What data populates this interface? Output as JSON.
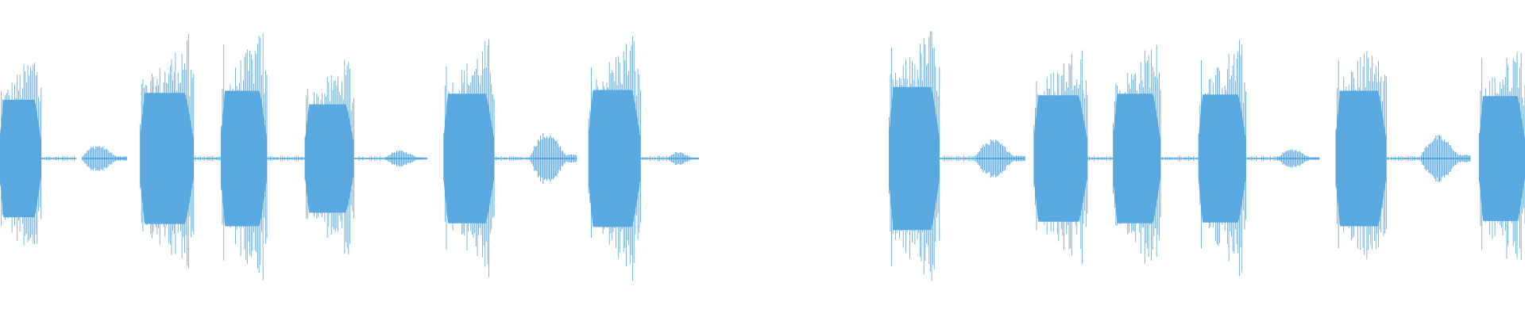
{
  "waveform": {
    "color": "#5aa9e0",
    "background": "#ffffff",
    "segments": [
      {
        "start": 0.0,
        "end": 0.027,
        "peak": 0.78,
        "kind": "loud"
      },
      {
        "start": 0.054,
        "end": 0.083,
        "peak": 0.1,
        "kind": "soft"
      },
      {
        "start": 0.092,
        "end": 0.127,
        "peak": 0.87,
        "kind": "loud"
      },
      {
        "start": 0.145,
        "end": 0.175,
        "peak": 0.9,
        "kind": "loud"
      },
      {
        "start": 0.2,
        "end": 0.232,
        "peak": 0.72,
        "kind": "loud"
      },
      {
        "start": 0.253,
        "end": 0.28,
        "peak": 0.06,
        "kind": "soft"
      },
      {
        "start": 0.291,
        "end": 0.324,
        "peak": 0.86,
        "kind": "loud"
      },
      {
        "start": 0.348,
        "end": 0.378,
        "peak": 0.19,
        "kind": "soft"
      },
      {
        "start": 0.386,
        "end": 0.42,
        "peak": 0.91,
        "kind": "loud"
      },
      {
        "start": 0.438,
        "end": 0.458,
        "peak": 0.05,
        "kind": "soft"
      },
      {
        "start": 0.583,
        "end": 0.616,
        "peak": 0.95,
        "kind": "loud"
      },
      {
        "start": 0.64,
        "end": 0.672,
        "peak": 0.14,
        "kind": "soft"
      },
      {
        "start": 0.678,
        "end": 0.713,
        "peak": 0.84,
        "kind": "loud"
      },
      {
        "start": 0.73,
        "end": 0.761,
        "peak": 0.86,
        "kind": "loud"
      },
      {
        "start": 0.786,
        "end": 0.817,
        "peak": 0.85,
        "kind": "loud"
      },
      {
        "start": 0.838,
        "end": 0.865,
        "peak": 0.07,
        "kind": "soft"
      },
      {
        "start": 0.876,
        "end": 0.909,
        "peak": 0.9,
        "kind": "loud"
      },
      {
        "start": 0.932,
        "end": 0.964,
        "peak": 0.17,
        "kind": "soft"
      },
      {
        "start": 0.97,
        "end": 1.0,
        "peak": 0.83,
        "kind": "loud"
      }
    ],
    "silence_gaps": [
      {
        "start": 0.027,
        "end": 0.05
      },
      {
        "start": 0.127,
        "end": 0.145
      },
      {
        "start": 0.175,
        "end": 0.2
      },
      {
        "start": 0.232,
        "end": 0.253
      },
      {
        "start": 0.324,
        "end": 0.348
      },
      {
        "start": 0.42,
        "end": 0.438
      },
      {
        "start": 0.616,
        "end": 0.64
      },
      {
        "start": 0.713,
        "end": 0.73
      },
      {
        "start": 0.761,
        "end": 0.786
      },
      {
        "start": 0.817,
        "end": 0.838
      },
      {
        "start": 0.909,
        "end": 0.932
      }
    ]
  }
}
